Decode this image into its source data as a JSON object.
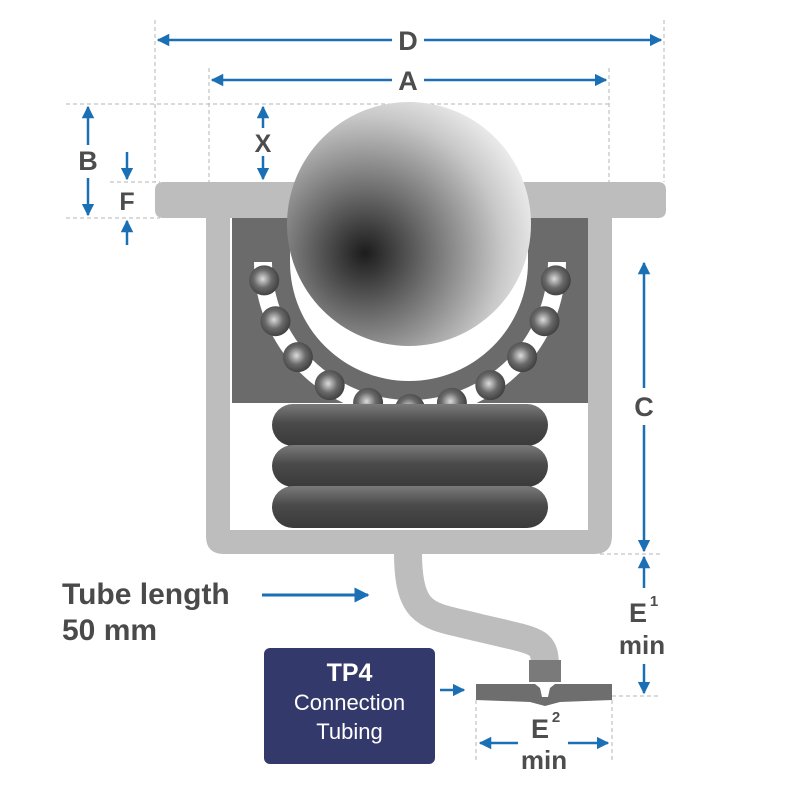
{
  "labels": {
    "D": "D",
    "A": "A",
    "B": "B",
    "X": "X",
    "F": "F",
    "C": "C",
    "E1_main": "E",
    "E1_sup": "1",
    "E1_min": "min",
    "E2_main": "E",
    "E2_sup": "2",
    "E2_min": "min"
  },
  "tube_length": {
    "line1": "Tube length",
    "line2": "50 mm"
  },
  "tp4_box": {
    "title": "TP4",
    "line1": "Connection",
    "line2": "Tubing"
  },
  "colors": {
    "arrow": "#1a6fb5",
    "housing": "#bdbdbd",
    "insert": "#6b6b6b",
    "spring": "#4d4d4d",
    "box": "#34396b",
    "label": "#4d4d4d"
  }
}
